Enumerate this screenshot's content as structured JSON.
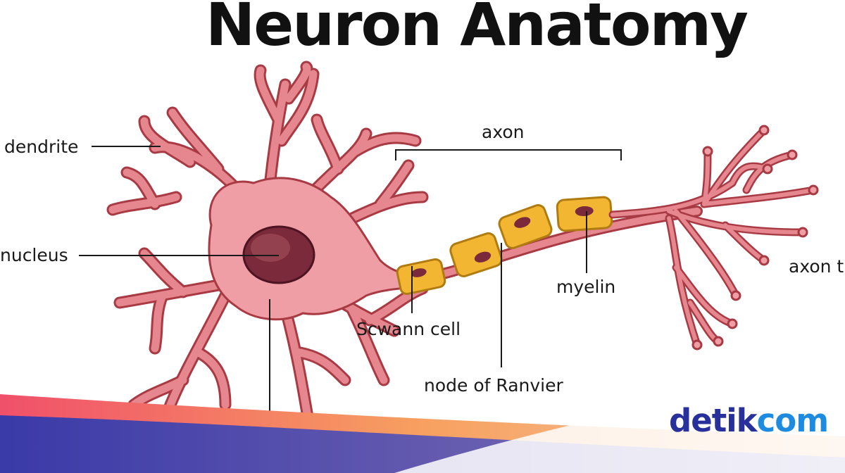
{
  "title": "Neuron Anatomy",
  "labels": {
    "dendrite": "dendrite",
    "nucleus": "nucleus",
    "axon": "axon",
    "axon_terminal": "axon t",
    "myelin": "myelin",
    "schwann_cell": "Scwann cell",
    "node_of_ranvier": "node of Ranvier"
  },
  "logo": {
    "part1": "detik",
    "part2": "com"
  },
  "colors": {
    "neuron_fill": "#e6868e",
    "neuron_outline": "#a83a44",
    "soma_fill": "#ee9ea4",
    "nucleus": "#7a2a3a",
    "myelin_fill": "#f2b632",
    "myelin_outline": "#b07b10",
    "logo_dark": "#27309b",
    "logo_light": "#1d8be0"
  }
}
